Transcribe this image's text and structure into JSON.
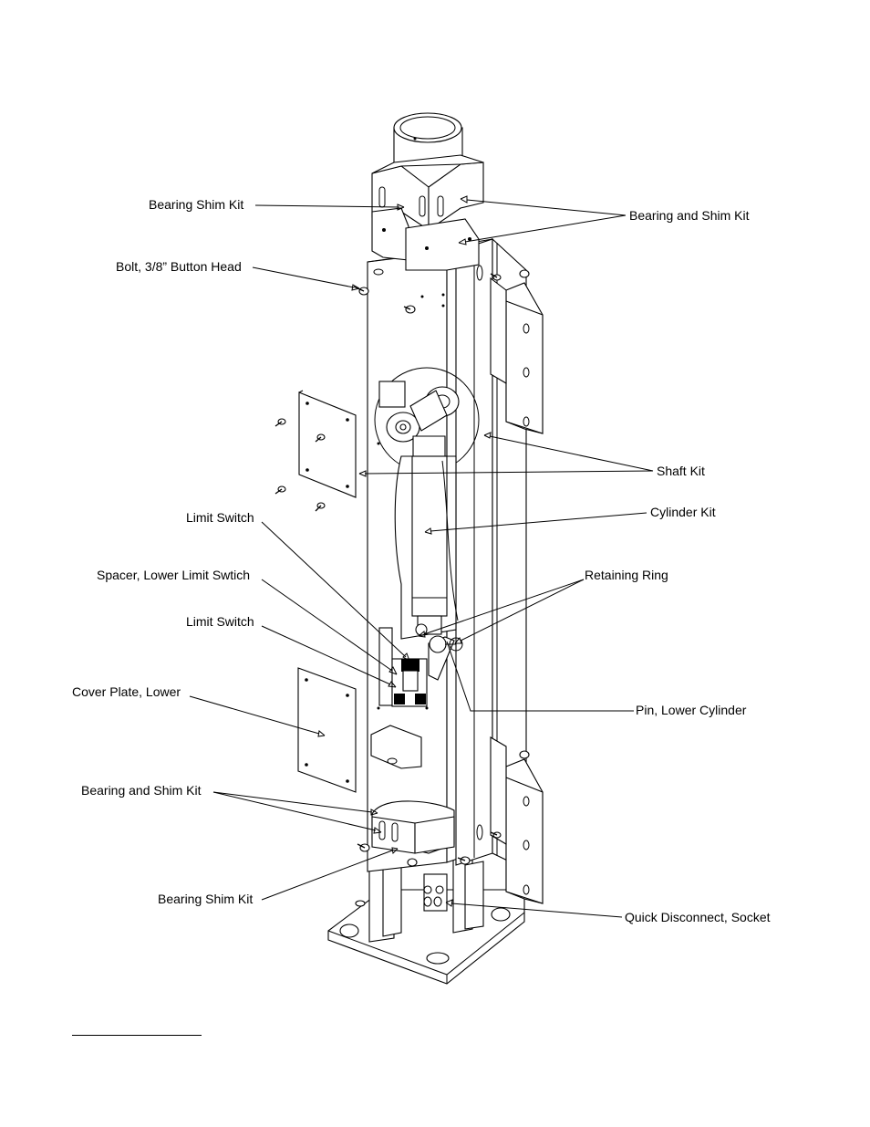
{
  "colors": {
    "line": "#000000",
    "background": "#ffffff"
  },
  "labels": {
    "bearing_shim_kit_top": "Bearing Shim Kit",
    "bearing_and_shim_kit_top": "Bearing and Shim Kit",
    "bolt_button_head": "Bolt, 3/8” Button Head",
    "shaft_kit": "Shaft Kit",
    "cylinder_kit": "Cylinder Kit",
    "limit_switch_upper": "Limit Switch",
    "spacer_lower_limit": "Spacer, Lower Limit Swtich",
    "retaining_ring": "Retaining Ring",
    "limit_switch_lower": "Limit Switch",
    "cover_plate_lower": "Cover Plate, Lower",
    "pin_lower_cylinder": "Pin, Lower Cylinder",
    "bearing_and_shim_kit_bottom": "Bearing and Shim Kit",
    "bearing_shim_kit_bottom": "Bearing Shim Kit",
    "quick_disconnect": "Quick Disconnect, Socket"
  }
}
